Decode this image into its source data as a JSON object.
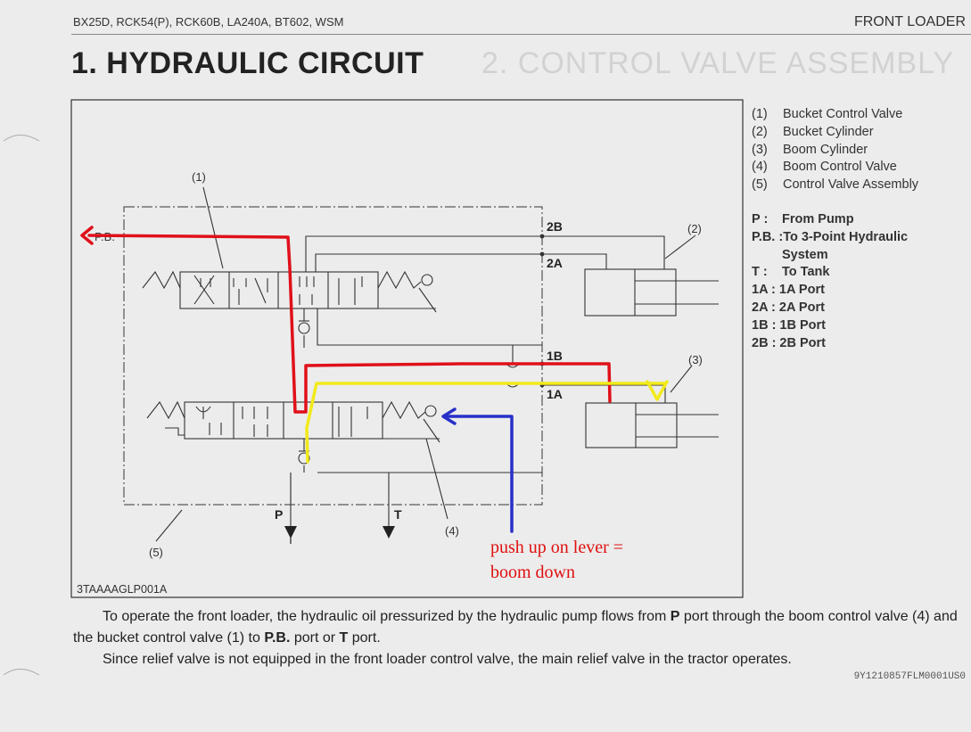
{
  "header": {
    "models": "BX25D, RCK54(P), RCK60B, LA240A, BT602, WSM",
    "section": "FRONT LOADER"
  },
  "title": "1. HYDRAULIC CIRCUIT",
  "ghost_text": "2. CONTROL VALVE ASSEMBLY",
  "diagram": {
    "callouts": {
      "c1": "(1)",
      "c2": "(2)",
      "c3": "(3)",
      "c4": "(4)",
      "c5": "(5)"
    },
    "ports": {
      "p2b": "2B",
      "p2a": "2A",
      "p1b": "1B",
      "p1a": "1A",
      "p": "P",
      "t": "T",
      "pb": "P.B."
    },
    "figure_code": "3TAAAAGLP001A",
    "annotation_line1": "push up on lever =",
    "annotation_line2": "boom down",
    "colors": {
      "red": "#e0101a",
      "yellow": "#f2ea1a",
      "blue": "#2830c8",
      "annotation": "#e01010"
    }
  },
  "legend": {
    "items": [
      {
        "num": "(1)",
        "label": "Bucket Control Valve"
      },
      {
        "num": "(2)",
        "label": "Bucket Cylinder"
      },
      {
        "num": "(3)",
        "label": "Boom Cylinder"
      },
      {
        "num": "(4)",
        "label": "Boom Control Valve"
      },
      {
        "num": "(5)",
        "label": "Control Valve Assembly"
      }
    ],
    "port_p": {
      "key": "P :",
      "label": "From Pump"
    },
    "port_pb": {
      "key": "P.B. :",
      "label": "To 3-Point Hydraulic",
      "label2": "System"
    },
    "port_t": {
      "key": "T :",
      "label": "To Tank"
    },
    "port_1a": "1A : 1A Port",
    "port_2a": "2A : 2A Port",
    "port_1b": "1B : 1B Port",
    "port_2b": "2B : 2B Port"
  },
  "body": {
    "para1_a": "To operate the front loader, the hydraulic oil pressurized by the hydraulic pump flows from ",
    "para1_b": "P",
    "para1_c": " port through the boom control valve (4) and the bucket control valve (1) to ",
    "para1_d": "P.B.",
    "para1_e": " port or ",
    "para1_f": "T",
    "para1_g": " port.",
    "para2": "Since relief valve is not equipped in the front loader control valve, the main relief valve in the tractor operates."
  },
  "doc_code": "9Y1210857FLM0001US0"
}
